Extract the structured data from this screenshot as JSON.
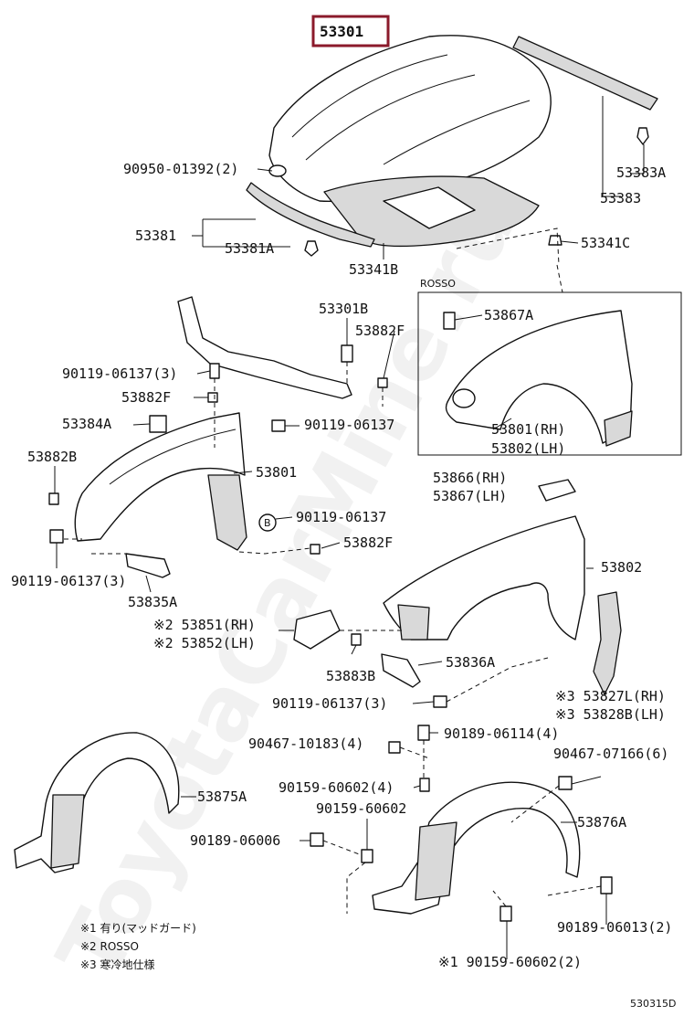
{
  "diagram_id": "530315D",
  "watermark": "ToyotaCarMine.ru",
  "highlighted_part": "53301",
  "inset_title": "ROSSO",
  "labels": {
    "p53301": "53301",
    "p90950": "90950-01392(2)",
    "p53381": "53381",
    "p53381a": "53381A",
    "p53341b": "53341B",
    "p53341c": "53341C",
    "p53383a": "53383A",
    "p53383": "53383",
    "p53301b": "53301B",
    "p53882f_top": "53882F",
    "p90119_06137_3_top": "90119-06137(3)",
    "p53882f_left": "53882F",
    "p53384a": "53384A",
    "p90119_06137_mid": "90119-06137",
    "p53882b": "53882B",
    "p53801": "53801",
    "p90119_06137_3_left": "90119-06137(3)",
    "p53835a": "53835A",
    "p_b_marker": "B",
    "p90119_06137_b": "90119-06137",
    "p53882f_b": "53882F",
    "p53867a": "53867A",
    "p53801_rh": "53801(RH)",
    "p53802_lh": "53802(LH)",
    "p53866_rh": "53866(RH)",
    "p53867_lh": "53867(LH)",
    "p53802": "53802",
    "p53851_rh": "※2 53851(RH)",
    "p53852_lh": "※2 53852(LH)",
    "p53883b": "53883B",
    "p53836a": "53836A",
    "p90119_06137_3_bot": "90119-06137(3)",
    "p53827l_rh": "※3 53827L(RH)",
    "p53828b_lh": "※3 53828B(LH)",
    "p90467_10183": "90467-10183(4)",
    "p90189_06114": "90189-06114(4)",
    "p90467_07166": "90467-07166(6)",
    "p90159_60602_4": "90159-60602(4)",
    "p90159_60602": "90159-60602",
    "p53875a": "53875A",
    "p53876a": "53876A",
    "p90189_06006": "90189-06006",
    "p90189_06013": "90189-06013(2)",
    "p90159_60602_2": "※1 90159-60602(2)"
  },
  "notes": [
    "※1 有り(マッドガード)",
    "※2 ROSSO",
    "※3 寒冷地仕様"
  ],
  "colors": {
    "highlight_box": "#8b1a2b",
    "line": "#111111",
    "background": "#ffffff"
  }
}
